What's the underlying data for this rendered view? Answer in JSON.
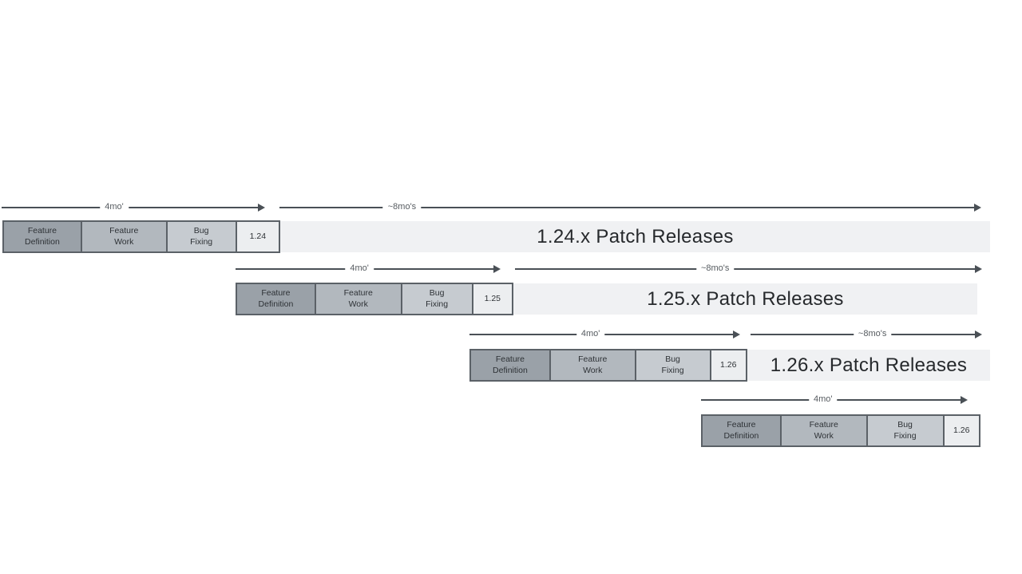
{
  "rows": [
    {
      "version": "1.24",
      "dev_duration": "4mo'",
      "patch_duration": "~8mo's",
      "patch_label": "1.24.x Patch Releases",
      "phases": [
        {
          "line1": "Feature",
          "line2": "Definition"
        },
        {
          "line1": "Feature",
          "line2": "Work"
        },
        {
          "line1": "Bug",
          "line2": "Fixing"
        }
      ]
    },
    {
      "version": "1.25",
      "dev_duration": "4mo'",
      "patch_duration": "~8mo's",
      "patch_label": "1.25.x Patch Releases",
      "phases": [
        {
          "line1": "Feature",
          "line2": "Definition"
        },
        {
          "line1": "Feature",
          "line2": "Work"
        },
        {
          "line1": "Bug",
          "line2": "Fixing"
        }
      ]
    },
    {
      "version": "1.26",
      "dev_duration": "4mo'",
      "patch_duration": "~8mo's",
      "patch_label": "1.26.x Patch Releases",
      "phases": [
        {
          "line1": "Feature",
          "line2": "Definition"
        },
        {
          "line1": "Feature",
          "line2": "Work"
        },
        {
          "line1": "Bug",
          "line2": "Fixing"
        }
      ]
    },
    {
      "version": "1.26",
      "dev_duration": "4mo'",
      "phases": [
        {
          "line1": "Feature",
          "line2": "Definition"
        },
        {
          "line1": "Feature",
          "line2": "Work"
        },
        {
          "line1": "Bug",
          "line2": "Fixing"
        }
      ]
    }
  ],
  "colors": {
    "phase_feature_definition": "#9aa1a8",
    "phase_feature_work": "#b2b8be",
    "phase_bug_fixing": "#c6cbd0",
    "version_box": "#eceef0",
    "patch_bar": "#f0f1f3",
    "box_border": "#5b6167",
    "arrow": "#4a5056",
    "duration_label_text": "#565b60",
    "patch_title_text": "#26292c"
  }
}
